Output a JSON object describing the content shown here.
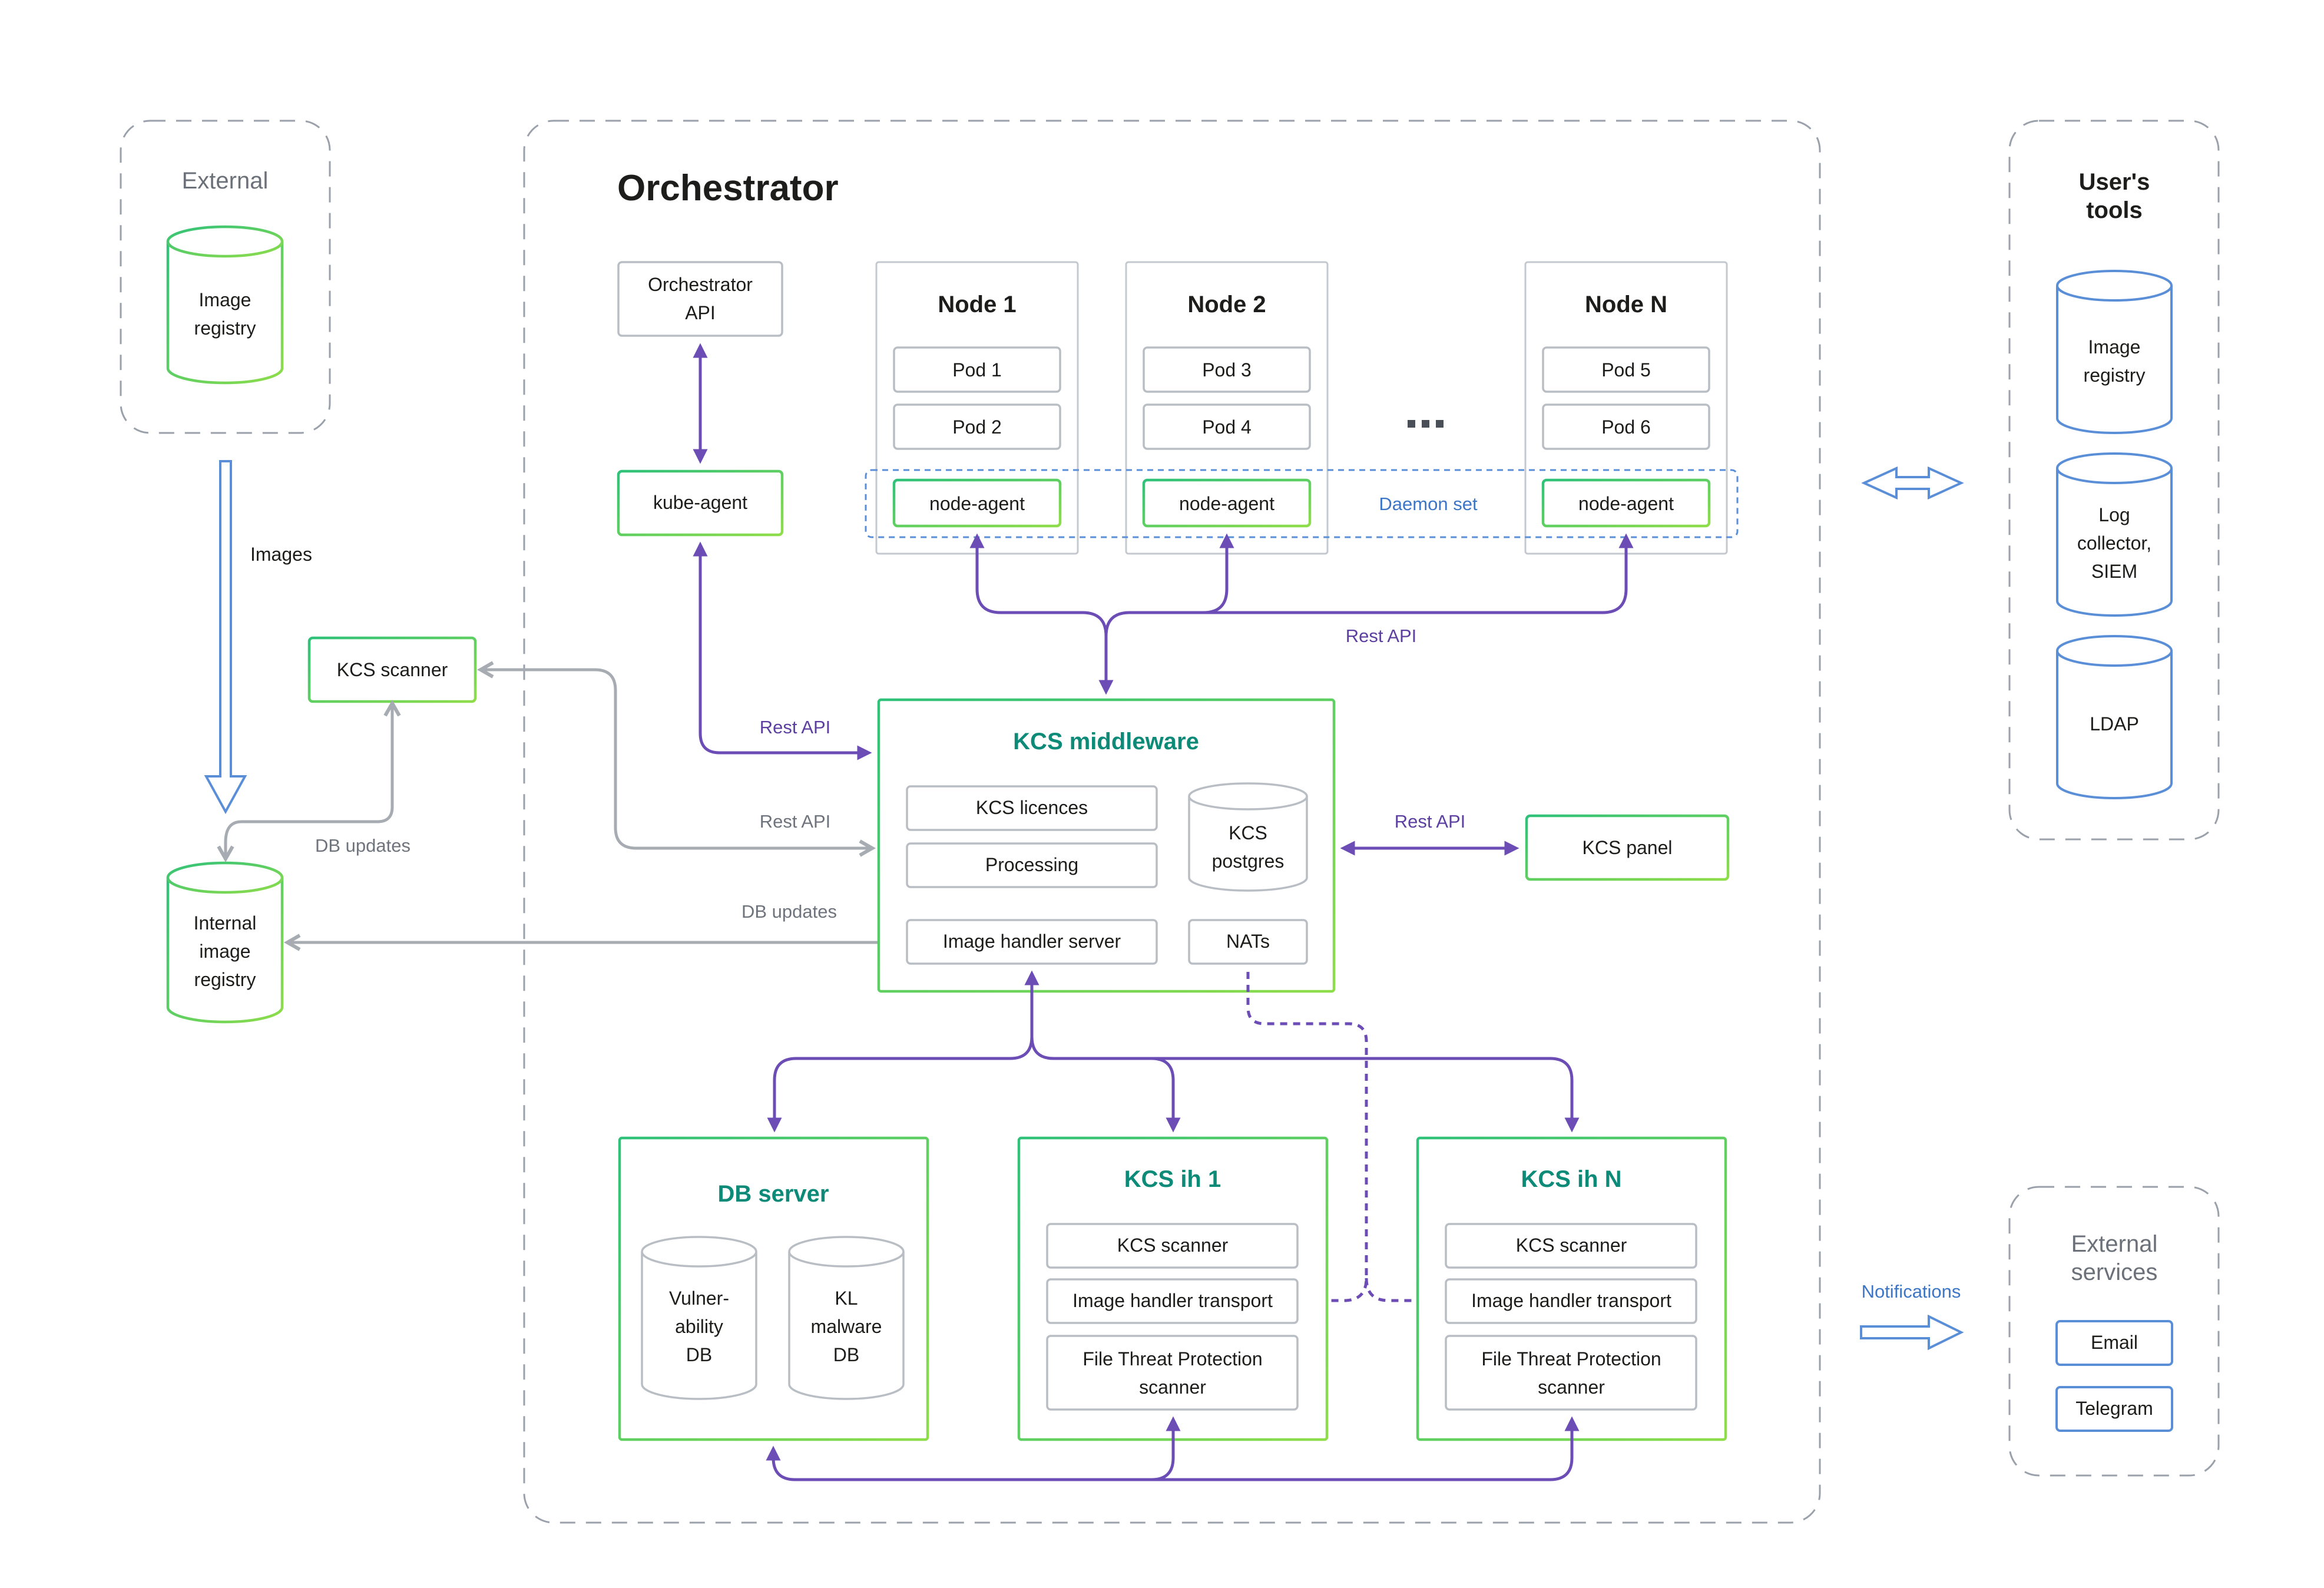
{
  "diagram": {
    "groups": {
      "external": "External",
      "orchestrator": "Orchestrator",
      "users_tools": "User's tools",
      "external_services": "External services"
    },
    "external": {
      "image_registry": [
        "Image",
        "registry"
      ]
    },
    "left": {
      "kcs_scanner": "KCS scanner",
      "internal_registry": [
        "Internal",
        "image",
        "registry"
      ],
      "images_label": "Images",
      "db_updates_label": "DB updates"
    },
    "orchestrator": {
      "api": [
        "Orchestrator",
        "API"
      ],
      "kube_agent": "kube-agent",
      "nodes": [
        {
          "name": "Node 1",
          "pods": [
            "Pod 1",
            "Pod 2"
          ],
          "agent": "node-agent"
        },
        {
          "name": "Node 2",
          "pods": [
            "Pod 3",
            "Pod 4"
          ],
          "agent": "node-agent"
        },
        {
          "name": "Node N",
          "pods": [
            "Pod 5",
            "Pod 6"
          ],
          "agent": "node-agent"
        }
      ],
      "ellipsis": "...",
      "daemon_set": "Daemon set"
    },
    "middleware": {
      "title": "KCS middleware",
      "licences": "KCS licences",
      "processing": "Processing",
      "postgres": [
        "KCS",
        "postgres"
      ],
      "image_handler": "Image handler server",
      "nats": "NATs"
    },
    "kcs_panel": "KCS panel",
    "db_server": {
      "title": "DB server",
      "vuln_db": [
        "Vulner-",
        "ability",
        "DB"
      ],
      "kl_db": [
        "KL",
        "malware",
        "DB"
      ]
    },
    "ih1": {
      "title": "KCS ih 1",
      "scanner": "KCS scanner",
      "transport": "Image handler transport",
      "ftp": [
        "File Threat Protection",
        "scanner"
      ]
    },
    "ihn": {
      "title": "KCS ih N",
      "scanner": "KCS scanner",
      "transport": "Image handler transport",
      "ftp": [
        "File Threat Protection",
        "scanner"
      ]
    },
    "edge_labels": {
      "rest_api_nodes": "Rest API",
      "rest_api_kube": "Rest API",
      "rest_api_scanner": "Rest API",
      "db_updates_internal": "DB updates",
      "rest_api_panel": "Rest API",
      "notifications": "Notifications"
    },
    "users_tools": {
      "image_registry": [
        "Image",
        "registry"
      ],
      "log_collector": [
        "Log",
        "collector,",
        "SIEM"
      ],
      "ldap": "LDAP"
    },
    "external_services": {
      "email": "Email",
      "telegram": "Telegram"
    }
  },
  "colors": {
    "purple_edge": "#6c4cb5",
    "grey_edge": "#a7abb2",
    "blue_accent": "#5a8fd8",
    "teal_title": "#0d8a78",
    "green_border": "#39c46b"
  }
}
